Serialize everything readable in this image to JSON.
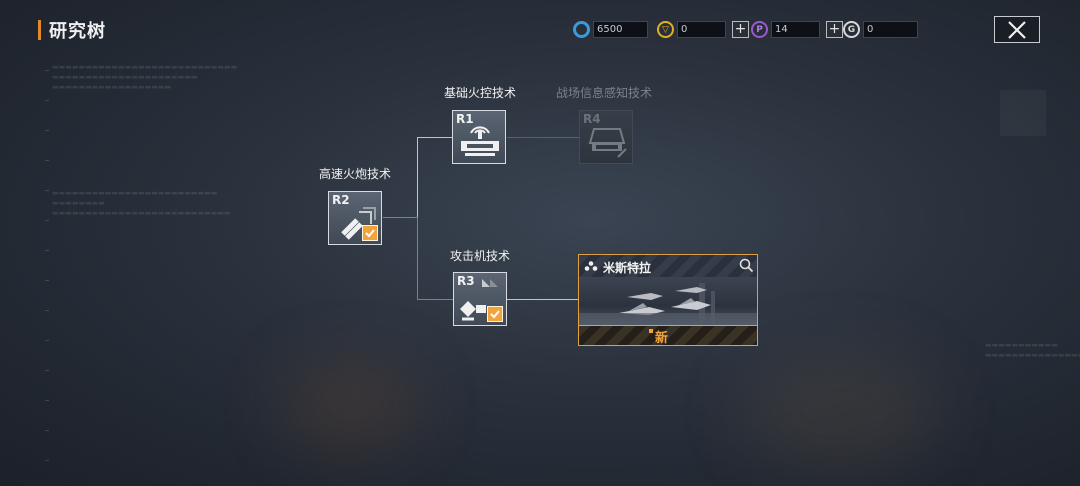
{
  "header": {
    "title": "研究树",
    "resources": [
      {
        "icon": "gear-currency-icon",
        "value": "6500",
        "has_plus": false,
        "color": "#3a9bdc"
      },
      {
        "icon": "gold-token-icon",
        "value": "0",
        "has_plus": true,
        "color": "#e0b020"
      },
      {
        "icon": "purple-token-icon",
        "value": "14",
        "has_plus": true,
        "color": "#9b59d0"
      },
      {
        "icon": "silver-token-icon",
        "value": "0",
        "has_plus": false,
        "color": "#d8d8d8"
      }
    ],
    "plus_label": "+",
    "close_icon": "close-icon"
  },
  "tree": {
    "nodes": {
      "r2": {
        "rank": "R2",
        "label": "高速火炮技术",
        "researched": true
      },
      "r1": {
        "rank": "R1",
        "label": "基础火控技术",
        "researched": false
      },
      "r4": {
        "rank": "R4",
        "label": "战场信息感知技术",
        "locked": true
      },
      "r3": {
        "rank": "R3",
        "label": "攻击机技术",
        "researched": true
      }
    },
    "unit": {
      "name": "米斯特拉",
      "badge": "新",
      "icon": "search-icon"
    }
  },
  "colors": {
    "accent": "#e08a2a",
    "link_active": "#d2691e",
    "link_neutral": "#c0c4ca",
    "check": "#f2a33a"
  }
}
